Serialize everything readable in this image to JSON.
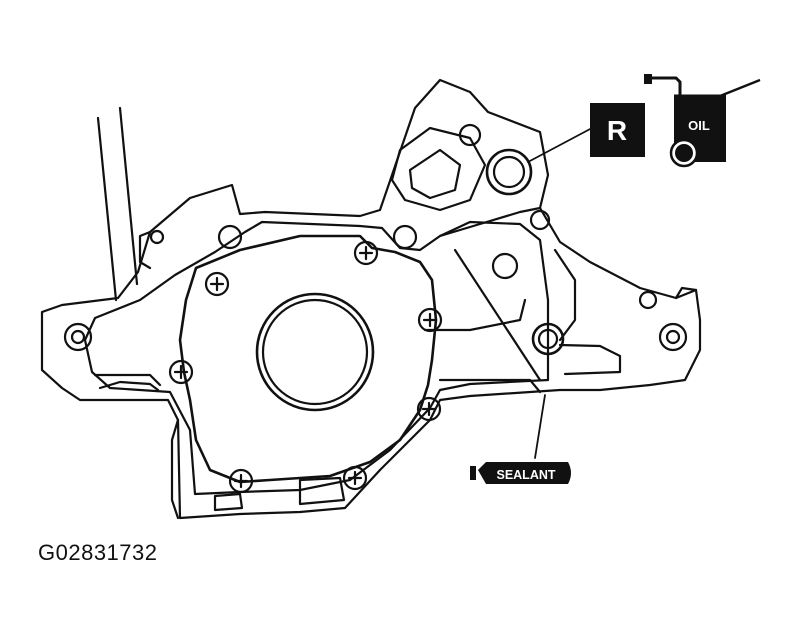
{
  "figure": {
    "reference_code": "G02831732"
  },
  "symbols": {
    "replace": {
      "label": "R",
      "icon": "replace-part-icon"
    },
    "oil": {
      "label": "OIL",
      "icon": "oil-can-icon"
    },
    "sealant": {
      "label": "SEALANT",
      "icon": "sealant-tube-icon"
    }
  },
  "colors": {
    "ink": "#111111",
    "paper": "#ffffff"
  }
}
